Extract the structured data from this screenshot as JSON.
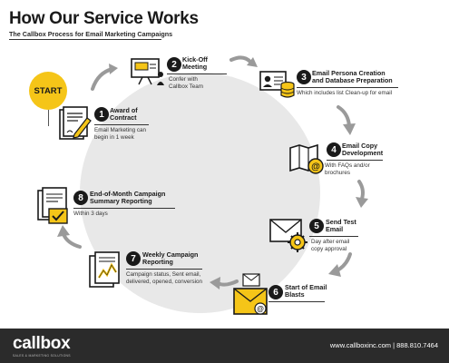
{
  "header": {
    "title": "How Our Service Works",
    "subtitle": "The Callbox Process for Email Marketing Campaigns"
  },
  "start_label": "START",
  "steps": [
    {
      "number": "1",
      "title": "Award of\nContract",
      "description": "Email Marketing can\nbegin in 1 week",
      "icon": "contract-pen-icon"
    },
    {
      "number": "2",
      "title": "Kick-Off\nMeeting",
      "description": "Confer with\nCallbox Team",
      "icon": "presentation-board-icon"
    },
    {
      "number": "3",
      "title": "Email Persona Creation\nand Database Preparation",
      "description": "Which includes list Clean-up for email",
      "icon": "database-profile-icon"
    },
    {
      "number": "4",
      "title": "Email Copy\nDevelopment",
      "description": "With FAQs and/or\nbrochures",
      "icon": "brochure-email-icon"
    },
    {
      "number": "5",
      "title": "Send Test\nEmail",
      "description": "Day after email\ncopy approval",
      "icon": "envelope-gear-icon"
    },
    {
      "number": "6",
      "title": "Start of Email\nBlasts",
      "description": "",
      "icon": "email-blast-icon"
    },
    {
      "number": "7",
      "title": "Weekly Campaign\nReporting",
      "description": "Campaign status, Sent email,\ndelivered, opened, conversion",
      "icon": "report-chart-icon"
    },
    {
      "number": "8",
      "title": "End-of-Month Campaign\nSummary Reporting",
      "description": "Within 3 days",
      "icon": "summary-checklist-icon"
    }
  ],
  "footer": {
    "logo": "callbox",
    "tagline": "SALES & MARKETING SOLUTIONS",
    "contact": "www.callboxinc.com  |  888.810.7464"
  },
  "colors": {
    "accent": "#f5c518",
    "dark": "#1a1a1a",
    "circle": "#e8e8e8",
    "footer": "#2b2b2b"
  }
}
